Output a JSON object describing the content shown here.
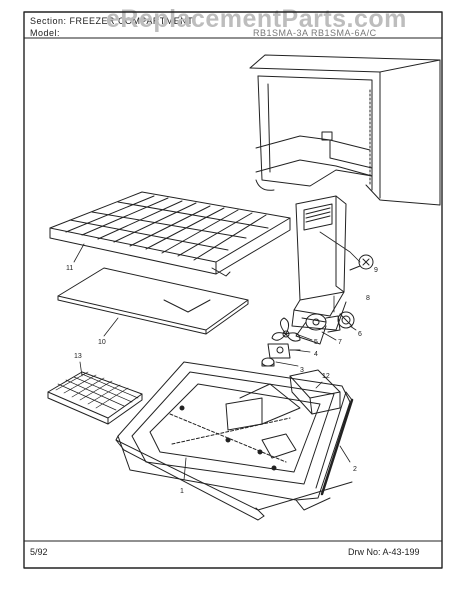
{
  "header": {
    "section_label": "Section:",
    "section_value": "FREEZER COMPARTMENT",
    "model_label": "Model:",
    "models_visible": "RB1SMA-3A  RB1SMA-6A/C"
  },
  "watermark": "eReplacementParts.com",
  "callouts": [
    "1",
    "2",
    "3",
    "4",
    "5",
    "6",
    "7",
    "8",
    "9",
    "10",
    "11",
    "12",
    "13"
  ],
  "footer": {
    "date": "5/92",
    "drawing_label": "Drw No:",
    "drawing_number": "A-43-199"
  }
}
